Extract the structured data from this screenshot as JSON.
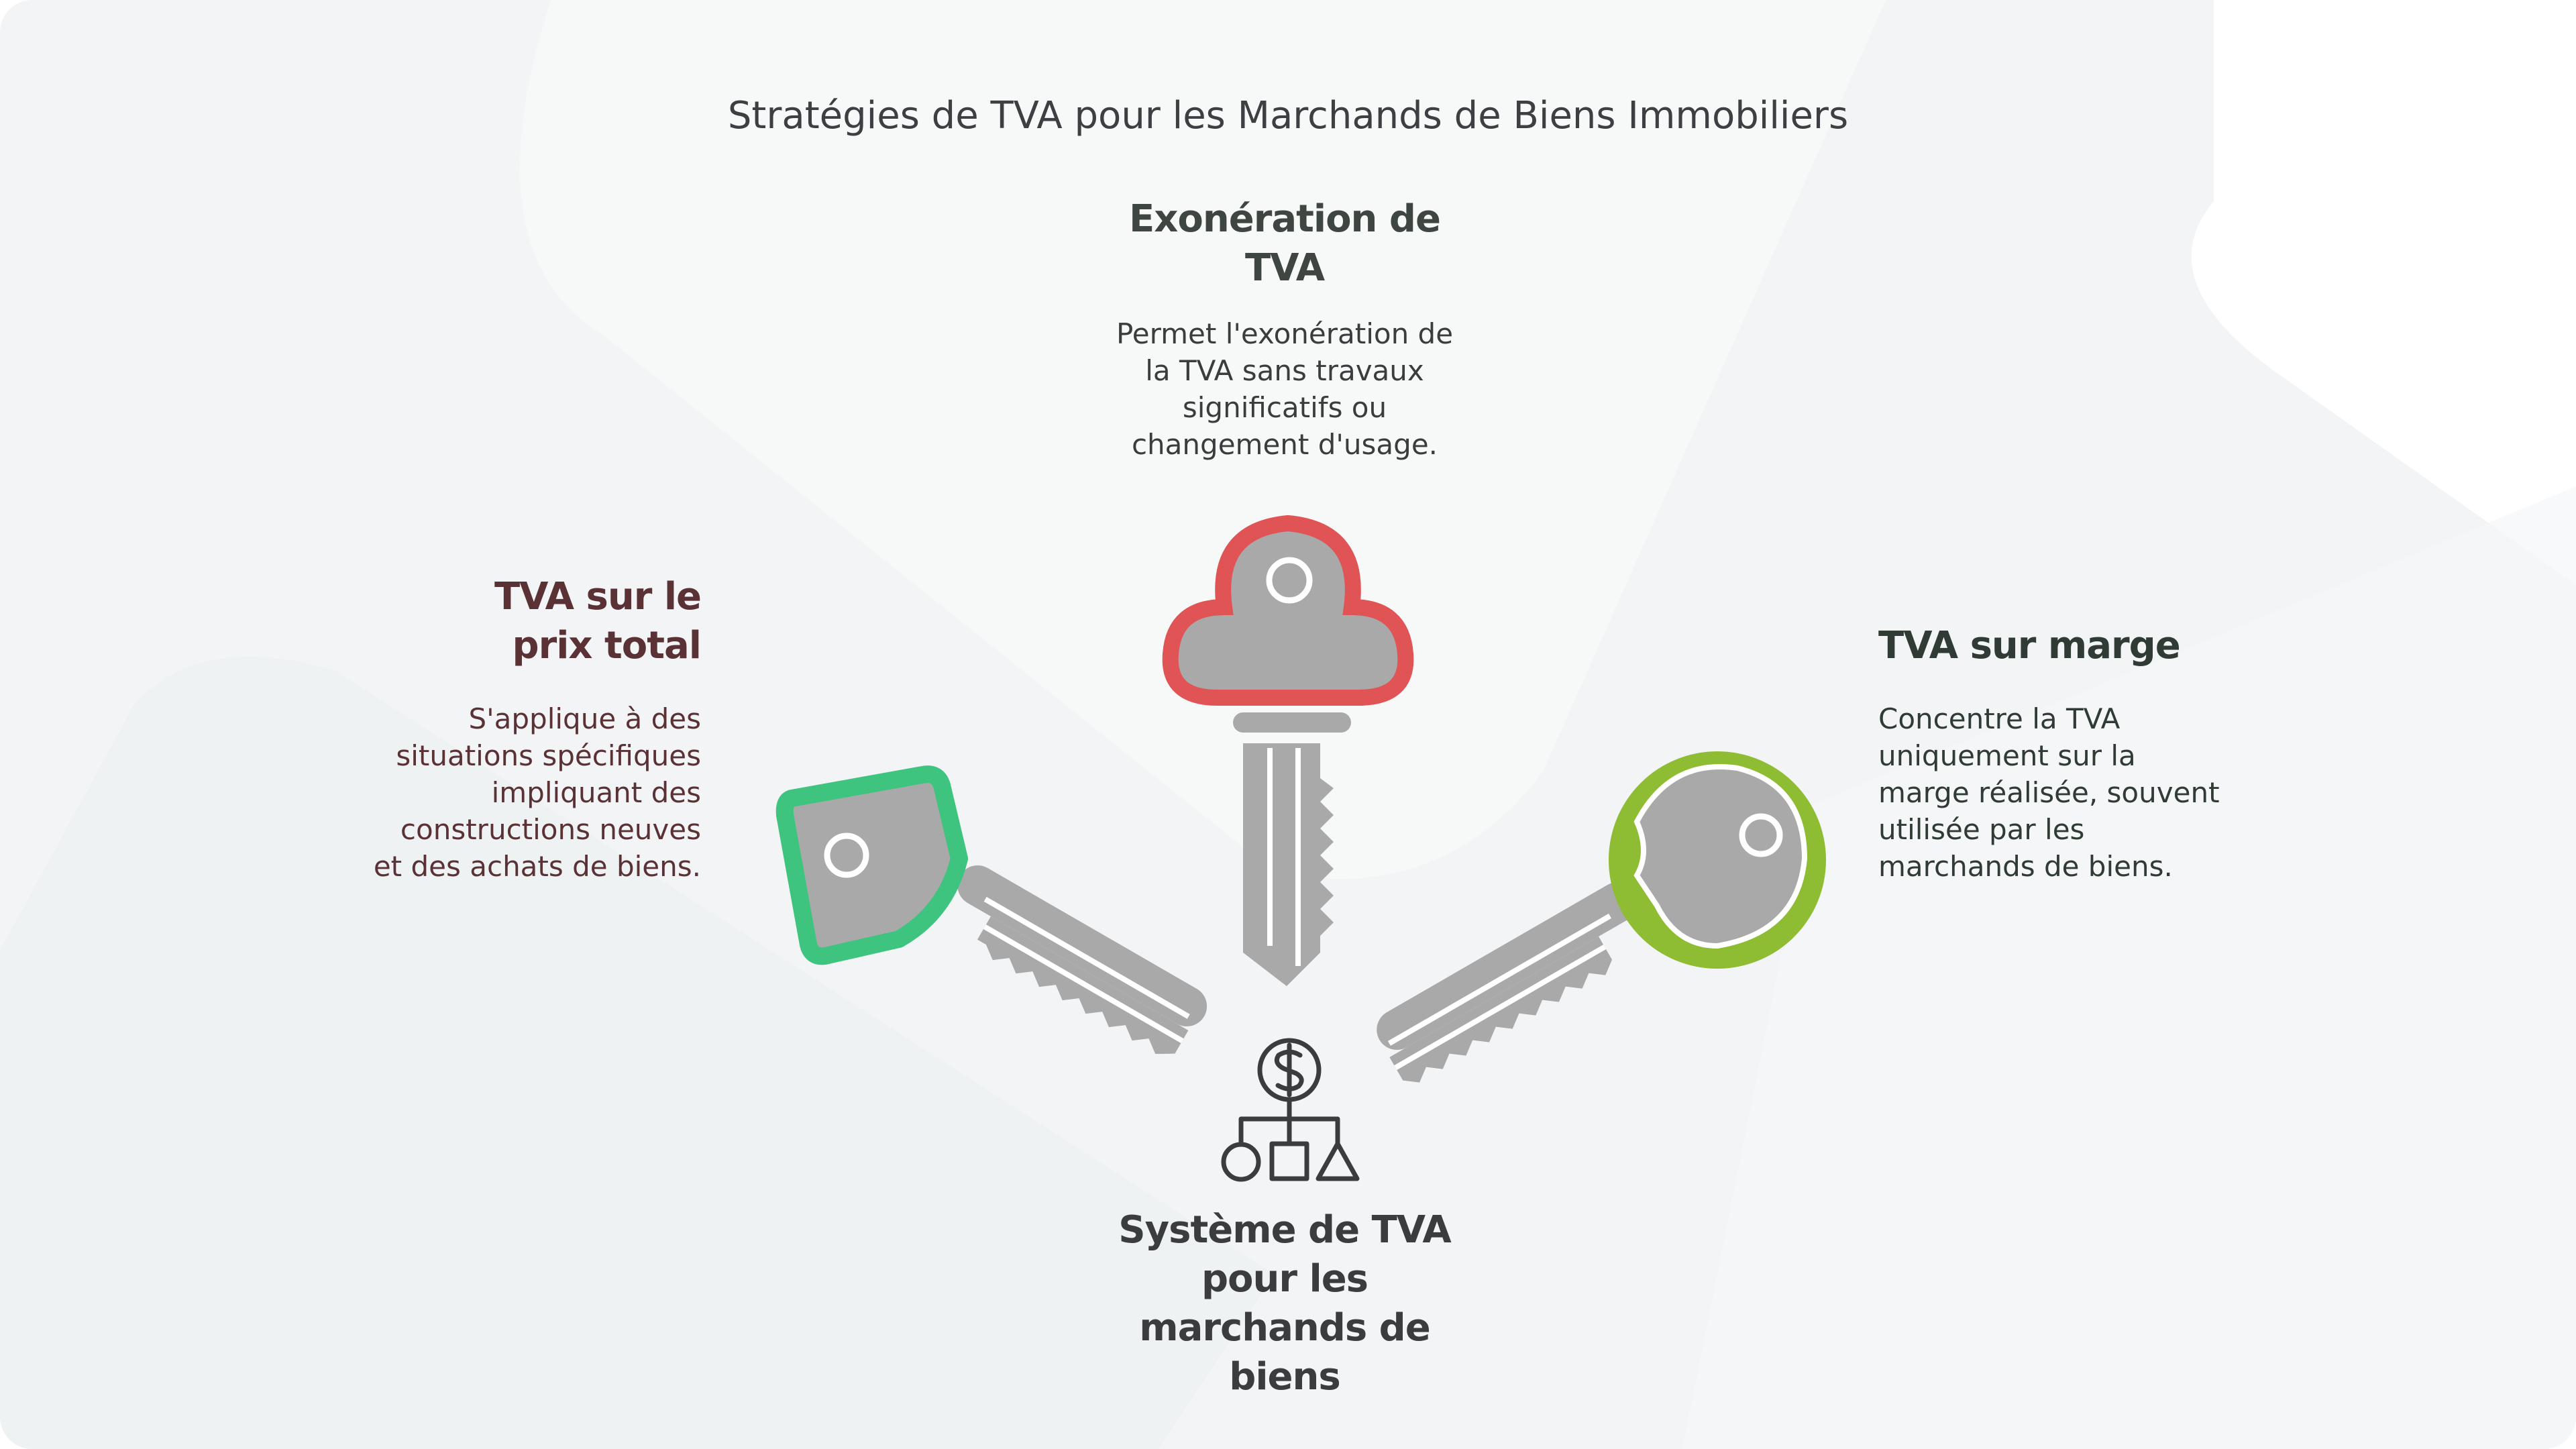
{
  "title": "Stratégies de TVA pour les Marchands de Biens Immobiliers",
  "colors": {
    "background": "#f2f4f6",
    "key_gray": "#a9a9a9",
    "red": "#e05456",
    "green": "#3ec47f",
    "lime": "#8ebd34",
    "text_dark": "#3a3c3e"
  },
  "center": {
    "icon": "money-hierarchy-icon",
    "label": "Système de TVA pour les marchands de biens"
  },
  "strategies": [
    {
      "key": "top",
      "heading": "Exonération de TVA",
      "description": "Permet l'exonération de la TVA sans travaux significatifs ou changement d'usage.",
      "color": "#e05456",
      "text_color": "#3f4541",
      "icon": "cloud-key-icon"
    },
    {
      "key": "left",
      "heading": "TVA sur le prix total",
      "description": "S'applique à des situations spécifiques impliquant des constructions neuves et des achats de biens.",
      "color": "#3ec47f",
      "text_color": "#5a3236",
      "icon": "square-key-icon"
    },
    {
      "key": "right",
      "heading": "TVA sur marge",
      "description": "Concentre la TVA uniquement sur la marge réalisée, souvent utilisée par les marchands de biens.",
      "color": "#8ebd34",
      "text_color": "#2f3b34",
      "icon": "round-key-icon"
    }
  ]
}
